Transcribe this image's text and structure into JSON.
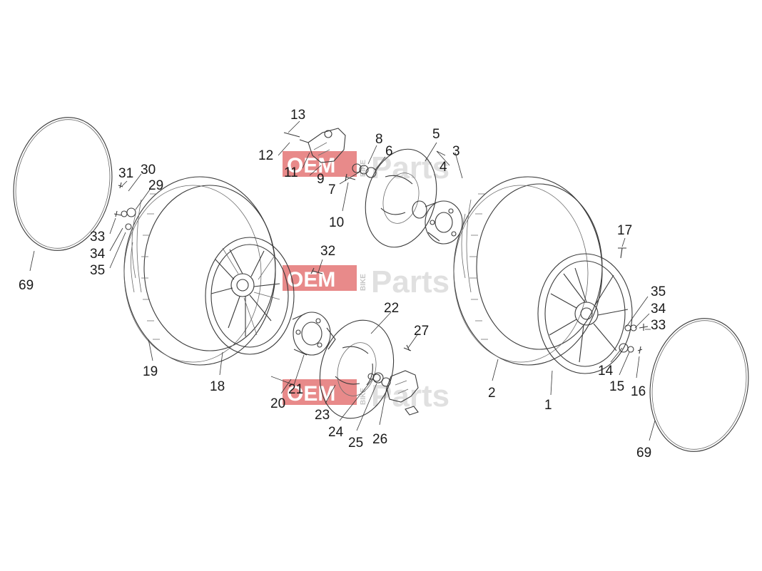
{
  "watermark": {
    "brand_a": "OEM",
    "brand_b": "BIKE",
    "brand_c": "Parts",
    "color": "#d62b2b"
  },
  "labels": {
    "l1": "1",
    "l2": "2",
    "l3": "3",
    "l4": "4",
    "l5": "5",
    "l6": "6",
    "l7": "7",
    "l8": "8",
    "l9": "9",
    "l10": "10",
    "l11": "11",
    "l12": "12",
    "l13": "13",
    "l14": "14",
    "l15": "15",
    "l16": "16",
    "l17": "17",
    "l18": "18",
    "l19": "19",
    "l20": "20",
    "l21": "21",
    "l22": "22",
    "l23": "23",
    "l24": "24",
    "l25": "25",
    "l26": "26",
    "l27": "27",
    "l29": "29",
    "l30": "30",
    "l31": "31",
    "l32": "32",
    "l33a": "33",
    "l34a": "34",
    "l35a": "35",
    "l33b": "33",
    "l34b": "34",
    "l35b": "35",
    "l69a": "69",
    "l69b": "69"
  }
}
